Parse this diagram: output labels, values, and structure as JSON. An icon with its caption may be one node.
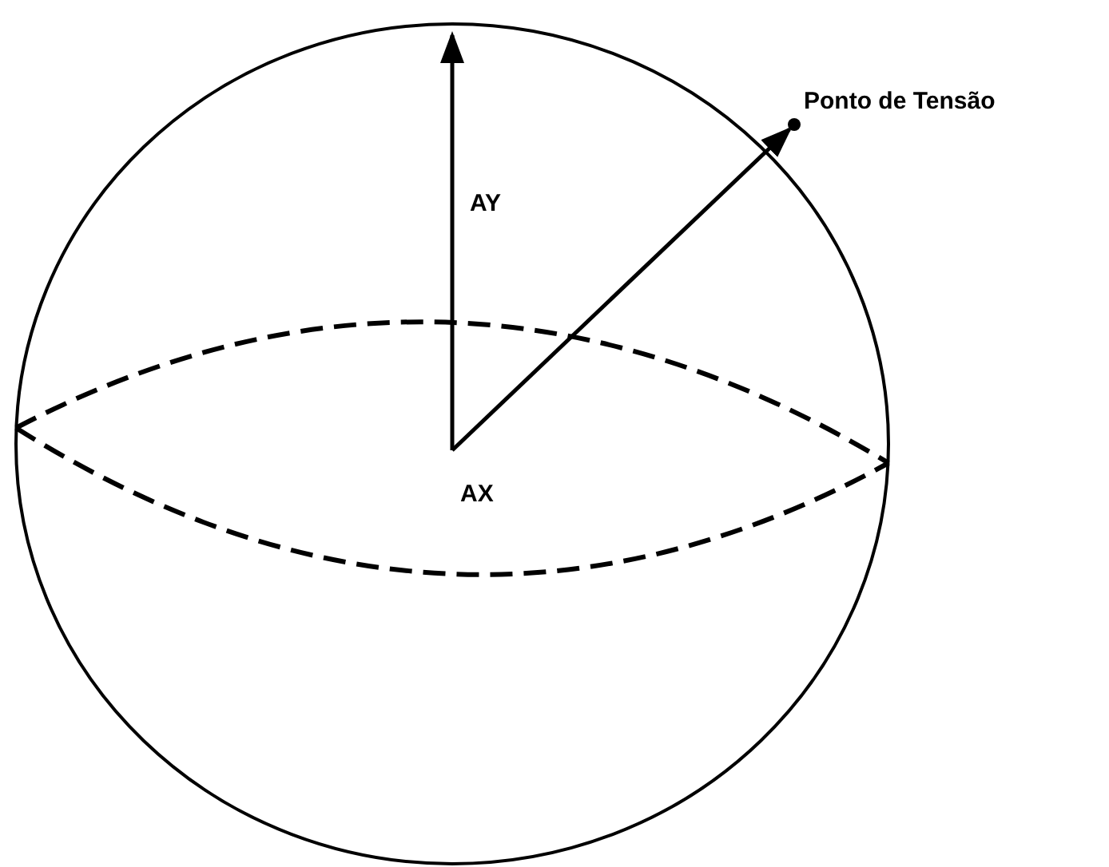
{
  "diagram": {
    "labels": [
      "AY",
      "AX",
      "Ponto de Tensão"
    ]
  }
}
